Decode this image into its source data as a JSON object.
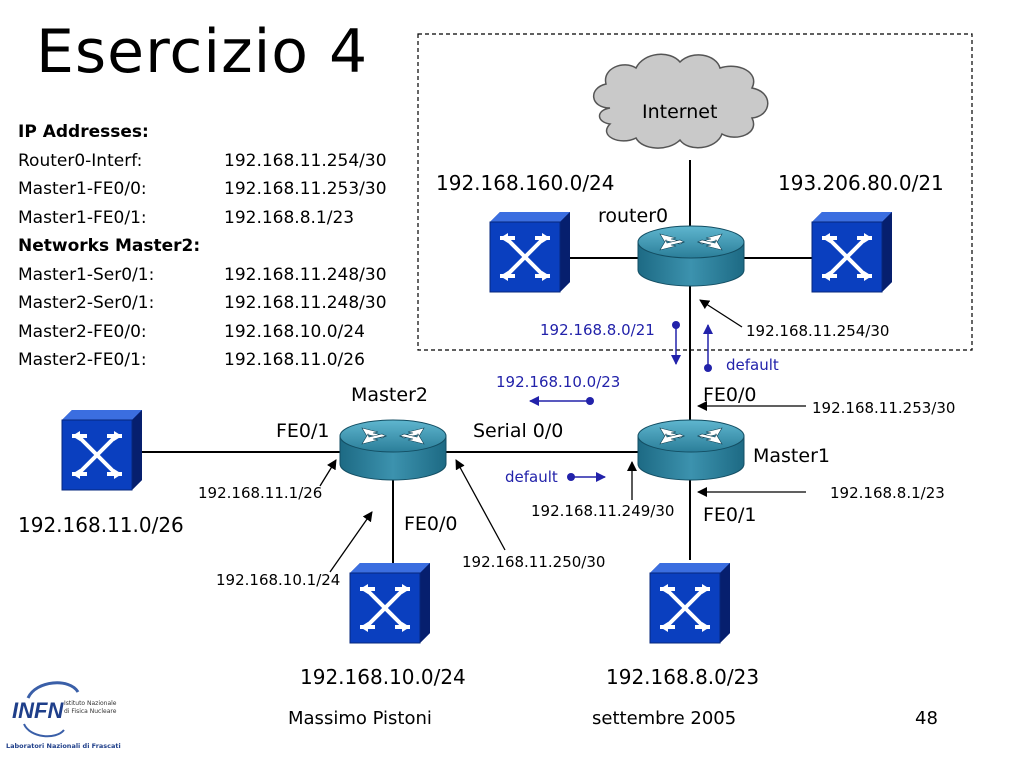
{
  "title": "Esercizio 4",
  "ip_table": {
    "header1": "IP Addresses:",
    "rows1": [
      {
        "name": "Router0-Interf:",
        "value": "192.168.11.254/30"
      },
      {
        "name": "Master1-FE0/0:",
        "value": "192.168.11.253/30"
      },
      {
        "name": "Master1-FE0/1:",
        "value": "192.168.8.1/23"
      }
    ],
    "header2": "Networks Master2:",
    "rows2": [
      {
        "name": "Master1-Ser0/1:",
        "value": "192.168.11.248/30"
      },
      {
        "name": "Master2-Ser0/1:",
        "value": "192.168.11.248/30"
      },
      {
        "name": "Master2-FE0/0:",
        "value": "192.168.10.0/24"
      },
      {
        "name": "Master2-FE0/1:",
        "value": "192.168.11.0/26"
      }
    ]
  },
  "diagram": {
    "cloud_label": "Internet",
    "router0_label": "router0",
    "master1_label": "Master1",
    "master2_label": "Master2",
    "net_router0_left": "192.168.160.0/24",
    "net_router0_right": "193.206.80.0/21",
    "route_to_router0": "192.168.8.0/21",
    "router0_iface": "192.168.11.254/30",
    "default_up": "default",
    "route_to_master2": "192.168.10.0/23",
    "m1_fe00": "FE0/0",
    "m1_fe00_ip": "192.168.11.253/30",
    "serial_label": "Serial 0/0",
    "m2_fe01": "FE0/1",
    "default_left": "default",
    "m2_fe01_ip": "192.168.11.1/26",
    "m1_fe01_ip": "192.168.8.1/23",
    "m1_serial_ip": "192.168.11.249/30",
    "m1_fe01": "FE0/1",
    "net_m2_left": "192.168.11.0/26",
    "m2_fe00": "FE0/0",
    "m2_serial_ip": "192.168.11.250/30",
    "m2_fe00_ip": "192.168.10.1/24",
    "net_m2_bottom": "192.168.10.0/24",
    "net_m1_bottom": "192.168.8.0/23"
  },
  "footer": {
    "logo_text": "INFN",
    "logo_sub1": "Istituto Nazionale",
    "logo_sub2": "di Fisica Nucleare",
    "logo_lab": "Laboratori Nazionali di Frascati",
    "author": "Massimo Pistoni",
    "date": "settembre 2005",
    "page": "48"
  },
  "colors": {
    "device_blue": "#0a3fbf",
    "router_teal": "#2e7f9a",
    "annotation_blue": "#2222aa"
  }
}
